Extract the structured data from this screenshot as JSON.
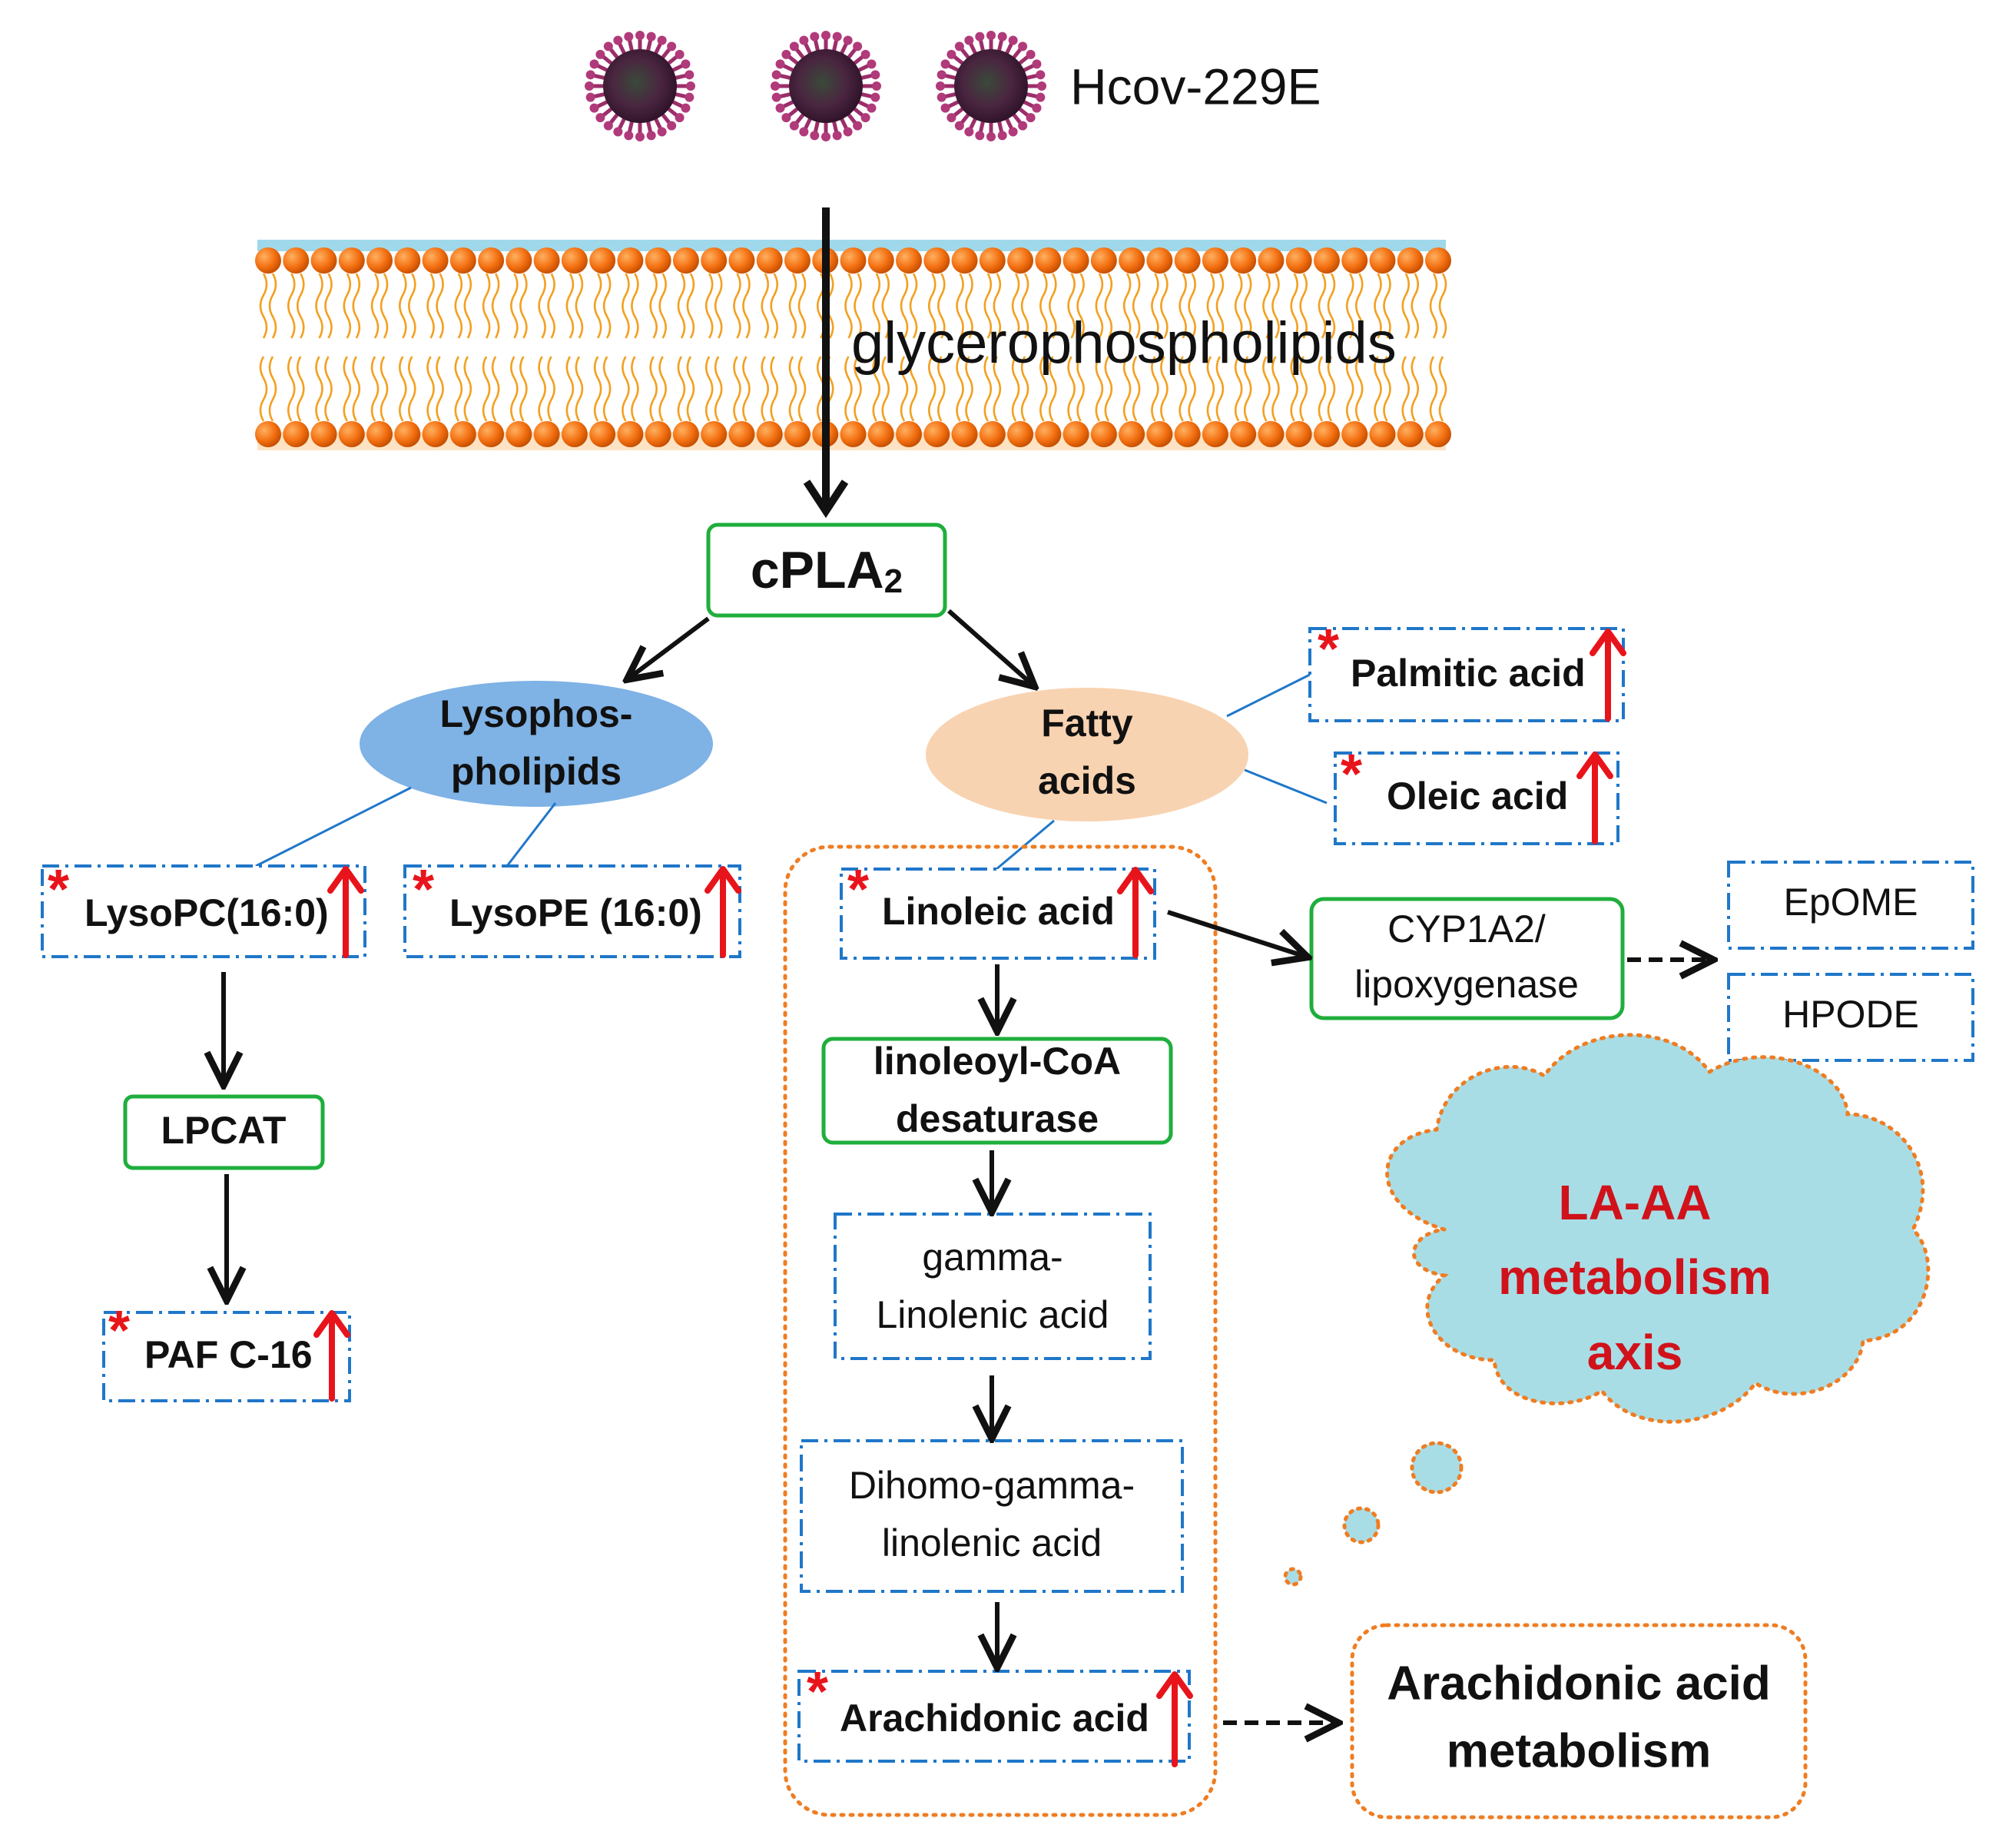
{
  "virus": {
    "label": "Hcov-229E"
  },
  "membrane": {
    "label": "glycerophospholipids"
  },
  "enzyme_cpla2": {
    "main": "cPLA",
    "sub": "2"
  },
  "lysophospholipids": {
    "line1": "Lysophos-",
    "line2": "pholipids"
  },
  "fatty_acids": {
    "line1": "Fatty",
    "line2": "acids"
  },
  "markers": {
    "asterisk": "*",
    "up_arrow_color": "#e8141b",
    "asterisk_color": "#e8141b"
  },
  "metabolites": {
    "palmitic": "Palmitic acid",
    "oleic": "Oleic acid",
    "lysopc": "LysoPC(16:0)",
    "lysope": "LysoPE (16:0)",
    "linoleic": "Linoleic acid",
    "paf": "PAF C-16",
    "gamma_linolenic": {
      "line1": "gamma-",
      "line2": "Linolenic acid"
    },
    "dihomo": {
      "line1": "Dihomo-gamma-",
      "line2": "linolenic acid"
    },
    "arachidonic": "Arachidonic acid",
    "epome": "EpOME",
    "hpode": "HPODE"
  },
  "enzymes": {
    "lpcat": "LPCAT",
    "desaturase": {
      "line1": "linoleoyl-CoA",
      "line2": "desaturase"
    },
    "cyp": {
      "line1": "CYP1A2/",
      "line2": "lipoxygenase"
    }
  },
  "cloud": {
    "line1": "LA-AA",
    "line2": "metabolism",
    "line3": "axis",
    "text_color": "#d0121b",
    "fill": "#a9dde6"
  },
  "aa_metabolism": {
    "line1": "Arachidonic acid",
    "line2": "metabolism"
  },
  "colors": {
    "enzyme_border": "#1fae3c",
    "metabolite_border": "#1f77c9",
    "orange_dotted": "#ef7d22",
    "lyso_ellipse": "#7fb2e5",
    "fatty_ellipse": "#f8d3b1"
  }
}
